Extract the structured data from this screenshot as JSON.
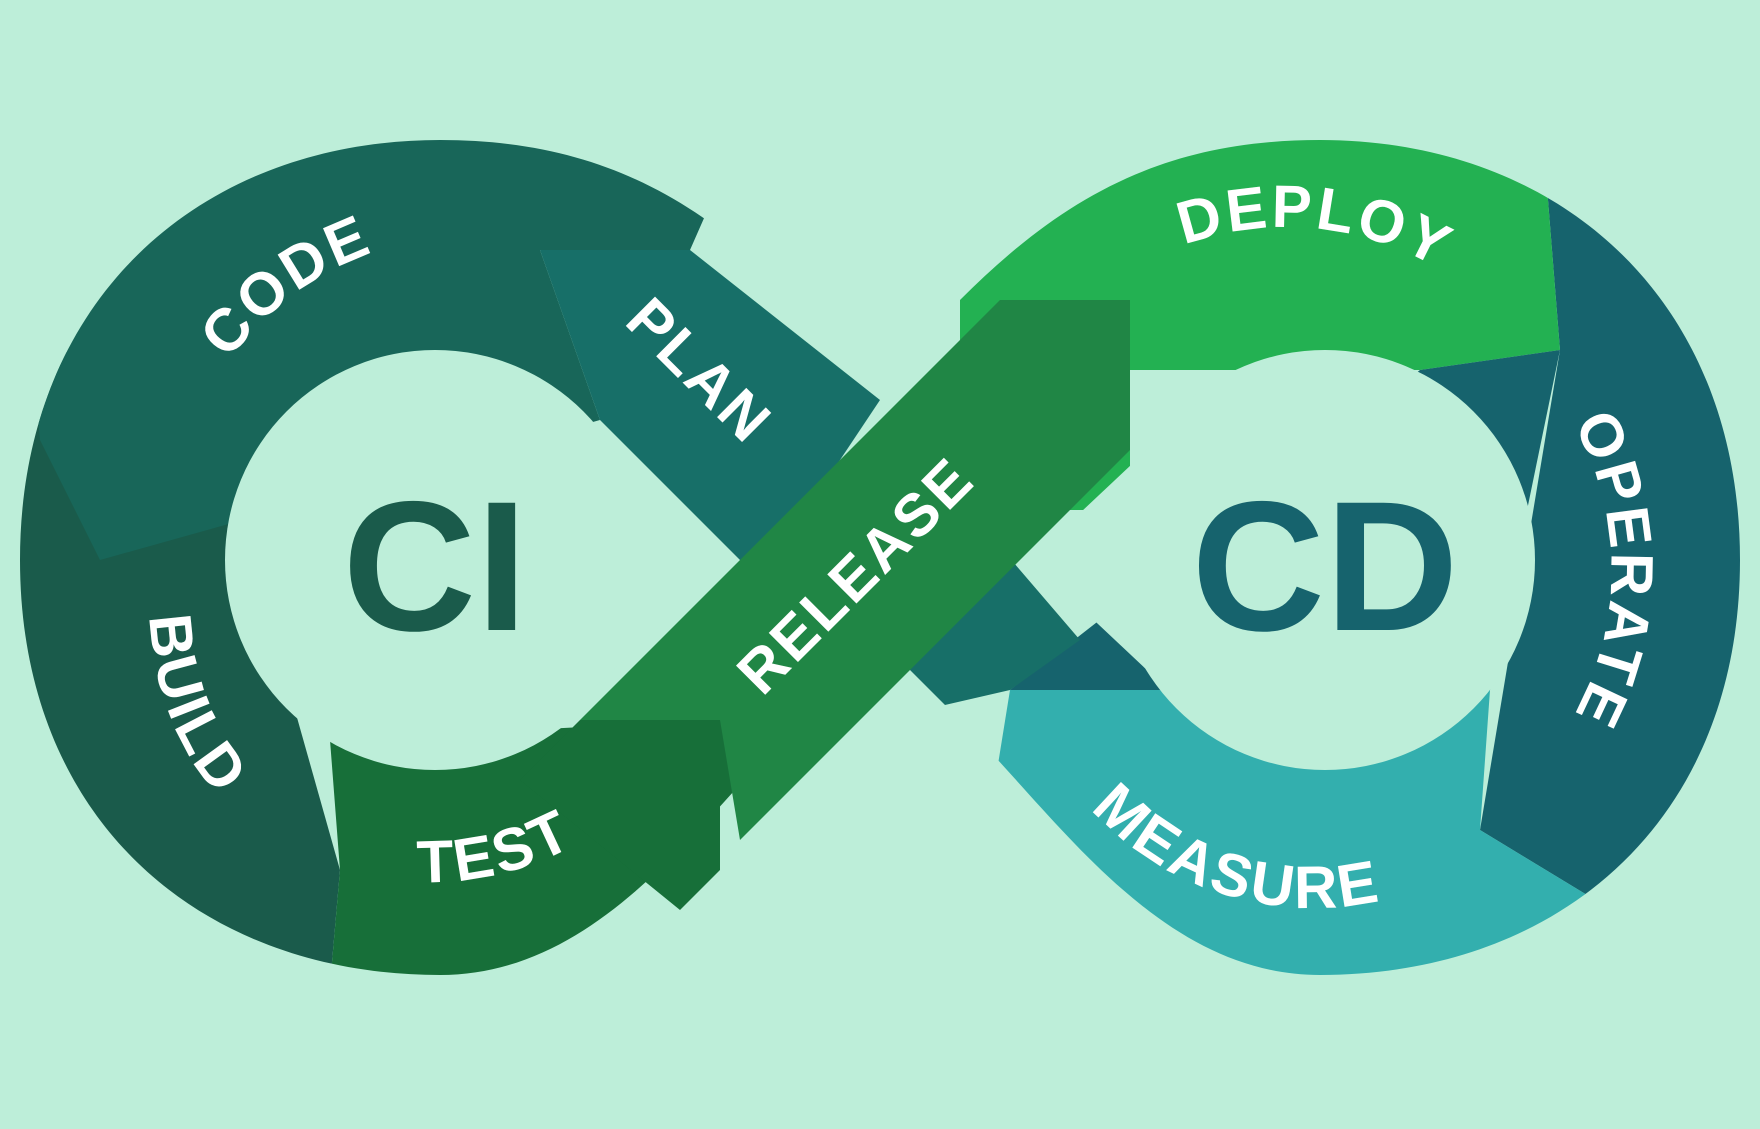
{
  "colors": {
    "background": "#bdeed9",
    "hub_fill": "#bdeed9",
    "code": "#186659",
    "build": "#1a5b4b",
    "test": "#176f39",
    "plan": "#176f68",
    "release": "#208645",
    "deploy": "#23b152",
    "operate": "#16636d",
    "measure": "#33afae",
    "ci_text": "#1a5b4b",
    "cd_text": "#16636d",
    "label_text": "#ffffff"
  },
  "hubs": {
    "ci": "CI",
    "cd": "CD"
  },
  "stages": {
    "code": "CODE",
    "build": "BUILD",
    "test": "TEST",
    "plan": "PLAN",
    "release": "RELEASE",
    "deploy": "DEPLOY",
    "operate": "OPERATE",
    "measure": "MEASURE"
  }
}
